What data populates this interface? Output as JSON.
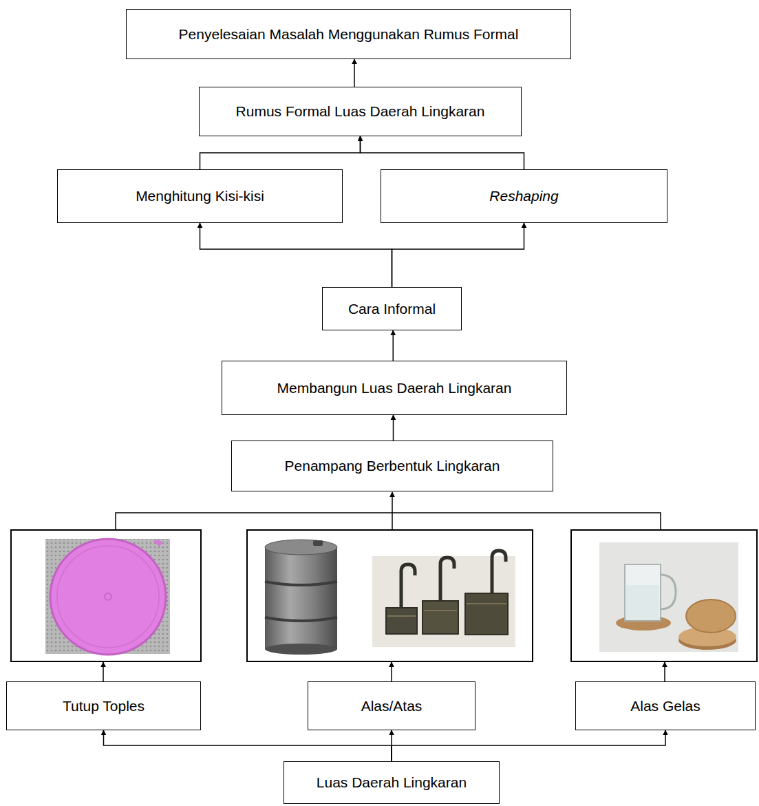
{
  "diagram": {
    "nodes": [
      {
        "text": [
          "Penyelesaian Masalah Menggunakan Rumus Formal"
        ]
      },
      {
        "text": [
          "Rumus Formal Luas Daerah Lingkaran"
        ]
      },
      {
        "text": [
          "Menghitung Kisi-kisi"
        ]
      },
      {
        "text": [
          "Reshaping"
        ]
      },
      {
        "text": [
          "Cara Informal"
        ]
      },
      {
        "text": [
          "Membangun Luas Daerah Lingkaran"
        ]
      },
      {
        "text": [
          "Penampang Berbentuk Lingkaran"
        ]
      },
      {
        "text": [
          "Tutup Toples"
        ]
      },
      {
        "text": [
          "Alas/Atas"
        ]
      },
      {
        "text": [
          "Alas Gelas"
        ]
      },
      {
        "text": [
          "Luas Daerah Lingkaran"
        ]
      }
    ],
    "edges": [
      {
        "from": 1,
        "to": 0,
        "arrow": "to"
      },
      {
        "from": 2,
        "to": 1,
        "arrow": "to"
      },
      {
        "from": 3,
        "to": 1,
        "arrow": "to"
      },
      {
        "from": 4,
        "to": 2,
        "arrow": "to"
      },
      {
        "from": 4,
        "to": 3,
        "arrow": "to"
      },
      {
        "from": 5,
        "to": 4,
        "arrow": "to"
      },
      {
        "from": 6,
        "to": 5,
        "arrow": "to"
      },
      {
        "from": 10,
        "to": 7,
        "arrow": "to"
      },
      {
        "from": 10,
        "to": 8,
        "arrow": "to"
      },
      {
        "from": 10,
        "to": 9,
        "arrow": "to"
      }
    ]
  }
}
